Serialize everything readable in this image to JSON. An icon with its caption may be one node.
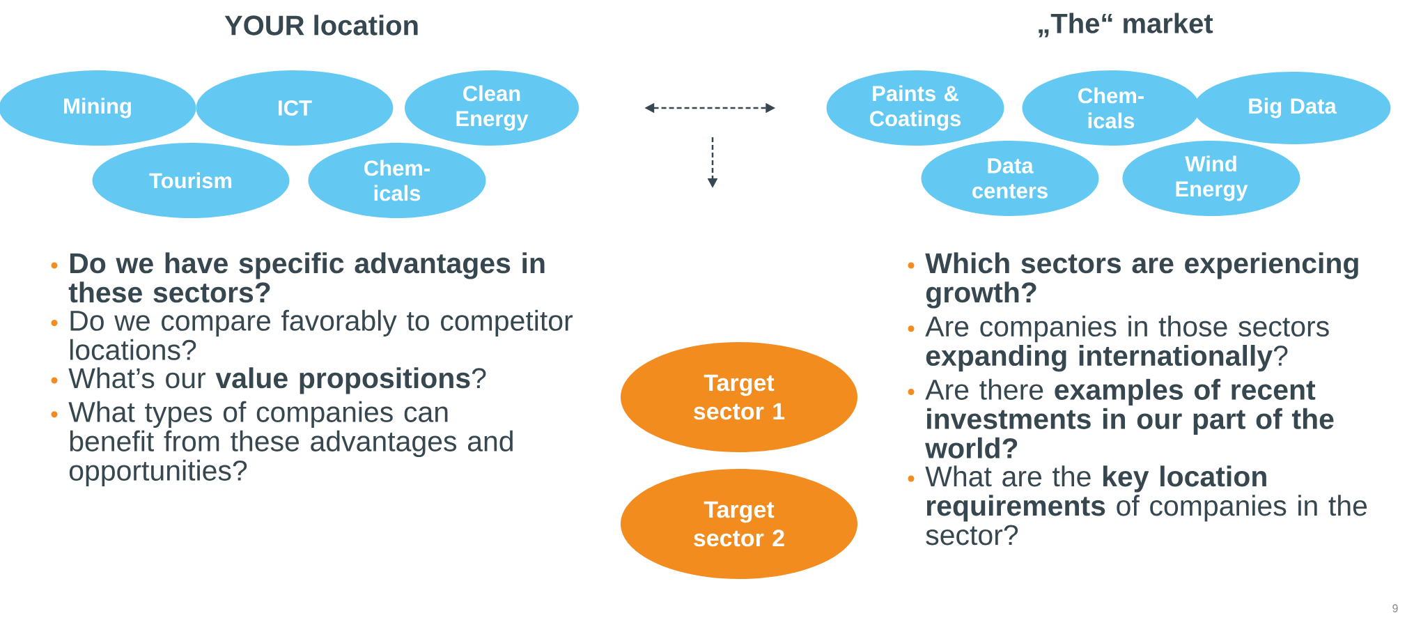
{
  "diagram": {
    "nodes": [
      {
        "text": [
          "Mining"
        ]
      },
      {
        "text": [
          "ICT"
        ]
      },
      {
        "text": [
          "Clean Energy"
        ]
      },
      {
        "text": [
          "Tourism"
        ]
      },
      {
        "text": [
          "Chem- icals"
        ]
      },
      {
        "text": [
          "Paints & Coatings"
        ]
      },
      {
        "text": [
          "Chem- icals"
        ]
      },
      {
        "text": [
          "Big Data"
        ]
      },
      {
        "text": [
          "Data centers"
        ]
      },
      {
        "text": [
          "Wind Energy"
        ]
      },
      {
        "text": [
          "Target sector 1"
        ]
      },
      {
        "text": [
          "Target sector 2"
        ]
      }
    ],
    "edges": [
      {
        "from": 2,
        "to": 5,
        "arrow": "both",
        "style": "dashed"
      }
    ],
    "labels": [
      "YOUR location",
      "„The“ market",
      "Do we have specific advantages in these sectors?",
      "Do we compare favorably to competitor locations?",
      "What’s our **value propositions**?",
      "What types of companies can benefit from these advantages and opportunities?",
      "Which sectors are experiencing growth?",
      "Are companies in those sectors **expanding internationally**?",
      "Are there **examples of recent investments in our part of the world?**",
      "What are the **key location requirements** of companies in the sector?",
      "9"
    ]
  }
}
